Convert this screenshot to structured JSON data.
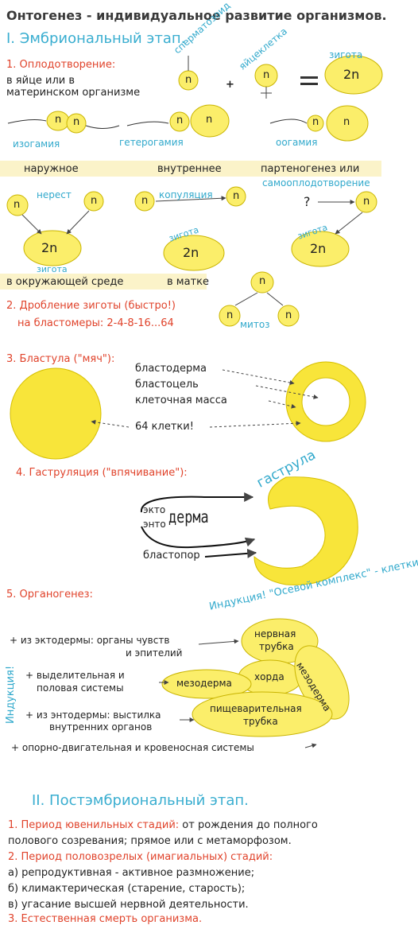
{
  "title": "Онтогенез - индивидуальное развитие организмов.",
  "embryo": {
    "heading": "I. Эмбриональный этап.",
    "fertilization": {
      "heading": "1. Оплодотворение:",
      "note_line1": "в яйце или в",
      "note_line2": "материнском организме",
      "sperm": "сперматозоид",
      "egg": "яйцеклетка",
      "zygote": "зигота",
      "n": "n",
      "two_n": "2n",
      "plus": "+",
      "types": [
        "изогамия",
        "гетерогамия",
        "оогамия"
      ],
      "modes": [
        "наружное",
        "внутреннее",
        "партеногенез или"
      ],
      "self": "самооплодотворение",
      "spawn": "нерест",
      "copulation": "копуляция",
      "question": "?",
      "places": [
        "в окружающей среде",
        "в матке"
      ]
    },
    "cleavage": {
      "heading": "2. Дробление зиготы (быстро!)",
      "detail": "на бластомеры: 2-4-8-16...64",
      "mitosis": "митоз"
    },
    "blastula": {
      "heading": "3. Бластула (\"мяч\"):",
      "labels": [
        "бластодерма",
        "бластоцель",
        "клеточная масса",
        "64 клетки!"
      ]
    },
    "gastrulation": {
      "heading": "4. Гаструляция (\"впячивание\"):",
      "gastrula": "гаструла",
      "ecto": "экто",
      "endo": "энто",
      "derm": "дерма",
      "blastopore": "бластопор"
    },
    "organogenesis": {
      "heading": "5. Органогенез:",
      "items": [
        "+ из эктодермы: органы чувств",
        "и эпителий",
        "+ выделительная и",
        "половая системы",
        "+ из энтодермы: выстилка",
        "внутренних органов",
        "+ опорно-двигательная и кровеносная системы"
      ],
      "induction_left": "Индукция!",
      "induction_arc": "Индукция! \"Осевой комплекс\" - клетки влияют друг на друга!",
      "organs": [
        "нервная",
        "трубка",
        "хорда",
        "мезодерма",
        "мезодерма",
        "пищеварительная",
        "трубка"
      ]
    }
  },
  "post": {
    "heading": "II. Постэмбриональный этап.",
    "p1_head": "1. Период ювенильных стадий:",
    "p1_rest": " от рождения до полного",
    "p1_line2": "полового созревания; прямое или с метаморфозом.",
    "p2_head": "2. Период половозрелых (имагиальных) стадий:",
    "p2_a": "а) репродуктивная - активное размножение;",
    "p2_b": "б) климактерическая (старение, старость);",
    "p2_c": "в) угасание высшей нервной деятельности.",
    "p3": "3. Естественная смерть организма."
  },
  "colors": {
    "red": "#e0432b",
    "cyan": "#31a9cc",
    "yellow": "#fbee6a",
    "band": "#fbf3c9"
  }
}
